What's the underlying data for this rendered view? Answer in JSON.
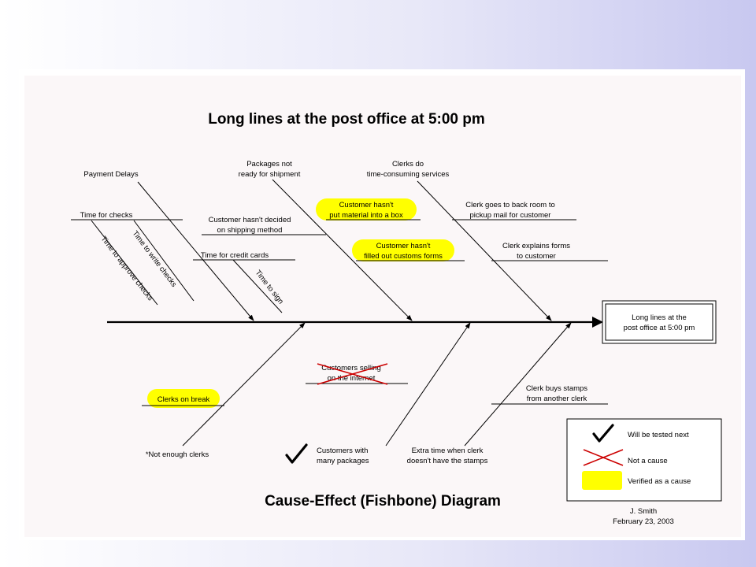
{
  "title": "Long lines at the post office at 5:00 pm",
  "subtitle": "Cause-Effect (Fishbone) Diagram",
  "effect": [
    "Long lines at the",
    "post office at 5:00 pm"
  ],
  "causes": {
    "payment_delays": "Payment Delays",
    "time_for_checks": "Time for checks",
    "time_to_write_checks": "Time to write checks",
    "time_to_approve_checks": "Time to approve checks",
    "packages_not_ready": [
      "Packages not",
      "ready for shipment"
    ],
    "customer_not_decided": [
      "Customer hasn't decided",
      "on shipping method"
    ],
    "time_for_credit_cards": "Time for credit cards",
    "time_to_sign": "Time to sign",
    "customer_no_material": [
      "Customer hasn't",
      "put material into a box"
    ],
    "customer_no_customs": [
      "Customer hasn't",
      "filled out customs forms"
    ],
    "clerks_time_consuming": [
      "Clerks do",
      "time-consuming services"
    ],
    "clerk_back_room": [
      "Clerk goes to back room to",
      "pickup mail for customer"
    ],
    "clerk_explains_forms": [
      "Clerk explains forms",
      "to customer"
    ],
    "clerks_on_break": "Clerks on break",
    "not_enough_clerks": "*Not enough clerks",
    "customers_selling": [
      "Customers selling",
      "on the internet"
    ],
    "customers_many_packages": [
      "Customers with",
      "many packages"
    ],
    "extra_time_stamps": [
      "Extra time when clerk",
      "doesn't have the stamps"
    ],
    "clerk_buys_stamps": [
      "Clerk buys stamps",
      "from another clerk"
    ]
  },
  "legend": {
    "tested_next": "Will be tested next",
    "not_a_cause": "Not a cause",
    "verified": "Verified as a cause"
  },
  "author": "J. Smith",
  "date": "February 23, 2003",
  "colors": {
    "highlight": "#ffff00",
    "cross": "#cc0000",
    "line": "#000000"
  }
}
